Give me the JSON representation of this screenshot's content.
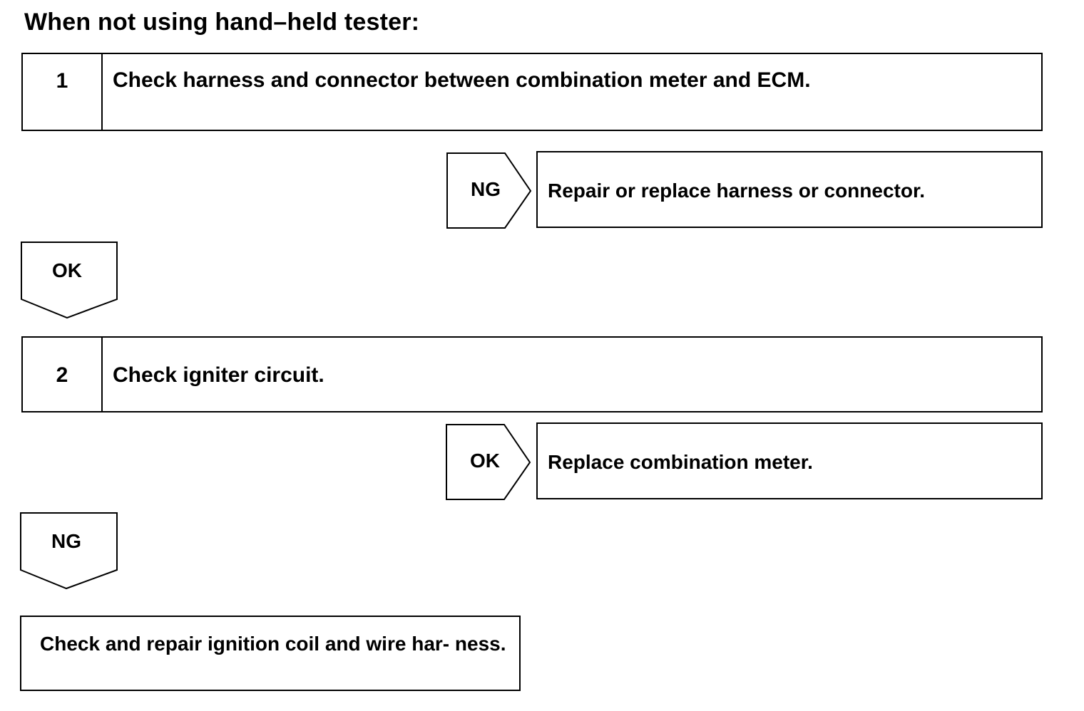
{
  "heading": "When not using hand–held tester:",
  "steps": [
    {
      "number": "1",
      "text": "Check harness and connector between combination meter and ECM.",
      "side_result": {
        "label": "NG",
        "action": "Repair or replace harness or connector."
      },
      "down_label": "OK"
    },
    {
      "number": "2",
      "text": "Check igniter circuit.",
      "side_result": {
        "label": "OK",
        "action": "Replace combination meter."
      },
      "down_label": "NG"
    }
  ],
  "final_action": "Check and repair ignition coil and wire har- ness."
}
